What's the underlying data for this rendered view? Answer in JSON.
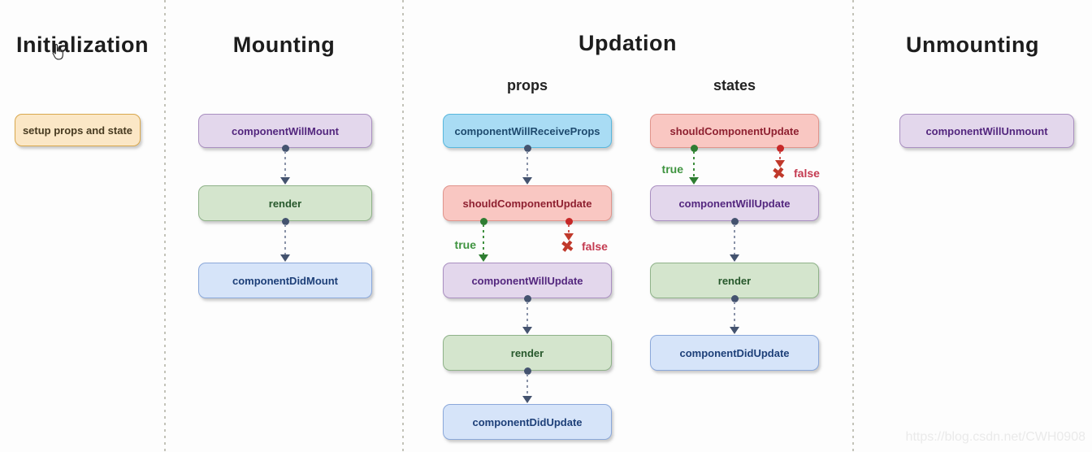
{
  "columns": {
    "initialization": {
      "title": "Initialization",
      "nodes": {
        "setup": "setup props and state"
      }
    },
    "mounting": {
      "title": "Mounting",
      "nodes": {
        "will_mount": "componentWillMount",
        "render": "render",
        "did_mount": "componentDidMount"
      }
    },
    "updation": {
      "title": "Updation",
      "props": {
        "label": "props",
        "nodes": {
          "will_receive_props": "componentWillReceiveProps",
          "should_update": "shouldComponentUpdate",
          "will_update": "componentWillUpdate",
          "render": "render",
          "did_update": "componentDidUpdate"
        }
      },
      "states": {
        "label": "states",
        "nodes": {
          "should_update": "shouldComponentUpdate",
          "will_update": "componentWillUpdate",
          "render": "render",
          "did_update": "componentDidUpdate"
        }
      },
      "labels": {
        "true_label": "true",
        "false_label": "false"
      }
    },
    "unmounting": {
      "title": "Unmounting",
      "nodes": {
        "will_unmount": "componentWillUnmount"
      }
    }
  },
  "icons": {
    "false_x": "✖"
  },
  "watermark": "https://blog.csdn.net/CWH0908",
  "colors": {
    "node_orange_bg": "#fbe7c6",
    "node_orange_border": "#d9a84e",
    "node_purple_bg": "#e3d7ec",
    "node_purple_border": "#a98fc0",
    "node_purple_text": "#53267e",
    "node_green_bg": "#d4e5cd",
    "node_green_border": "#8fb289",
    "node_green_text": "#27582c",
    "node_blue_bg": "#d6e4f9",
    "node_blue_border": "#8ba8da",
    "node_blue_text": "#1d3f78",
    "node_cyan_bg": "#a9dcf4",
    "node_cyan_border": "#58b7dd",
    "node_cyan_text": "#1e4a6e",
    "node_red_bg": "#f9c7c2",
    "node_red_border": "#e0948c",
    "node_red_text": "#8e2030",
    "true_green": "#3f9440",
    "false_red": "#c43a50",
    "connector": "#44536f",
    "x_red": "#c0392b",
    "divider": "#c3c3b9"
  }
}
